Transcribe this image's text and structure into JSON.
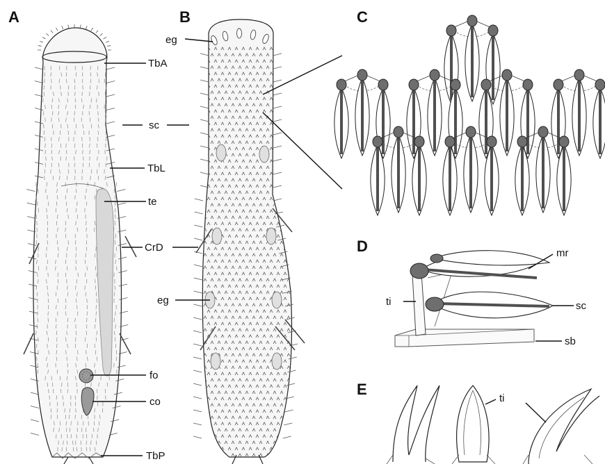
{
  "panels": {
    "a": "A",
    "b": "B",
    "c": "C",
    "d": "D",
    "e": "E"
  },
  "labels": {
    "tba": "TbA",
    "sc": "sc",
    "tbl": "TbL",
    "te": "te",
    "crd": "CrD",
    "fo": "fo",
    "co": "co",
    "tbp": "TbP",
    "eg_top": "eg",
    "eg_mid": "eg",
    "mr": "mr",
    "ti_d": "ti",
    "sc_d": "sc",
    "sb": "sb",
    "ti_e": "ti"
  },
  "colors": {
    "ink": "#111111",
    "body_fill": "#f6f6f6",
    "organ_fill": "#d8d8d8",
    "scale_head": "#6e6e6e",
    "scale_rib": "#505050"
  }
}
